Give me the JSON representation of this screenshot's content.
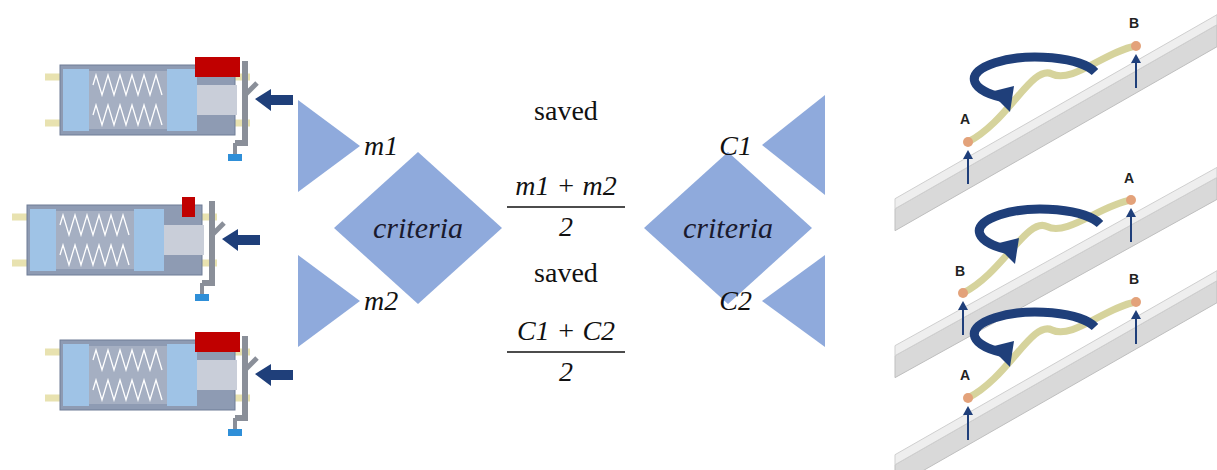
{
  "diagram": {
    "nodes": [
      {
        "text": [
          "criteria"
        ]
      },
      {
        "text": [
          "criteria"
        ]
      }
    ],
    "labels": [
      "m1",
      "m2",
      "saved",
      "m1 + m2",
      "2",
      "saved",
      "C1 + C2",
      "2",
      "C1",
      "C2",
      "A",
      "B",
      "B",
      "A",
      "A",
      "B"
    ]
  }
}
